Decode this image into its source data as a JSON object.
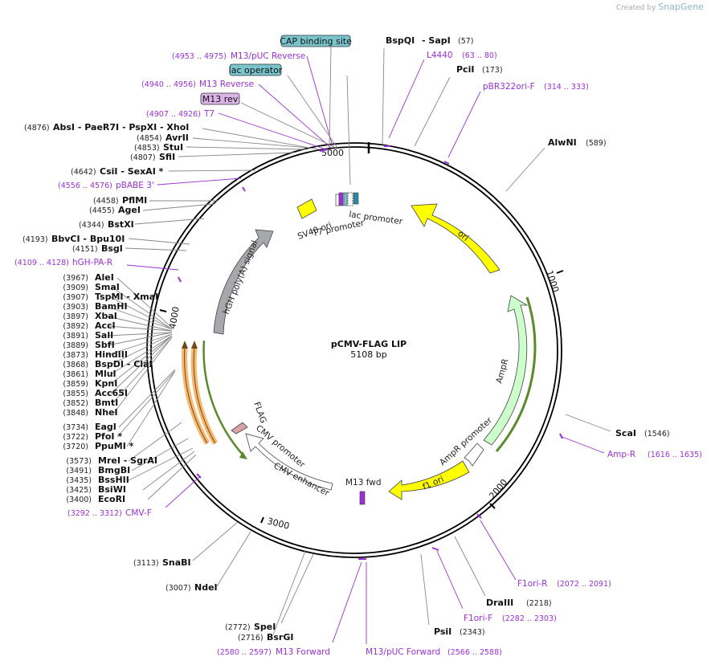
{
  "credit": {
    "prefix": "Created by",
    "brand": "SnapGene"
  },
  "plasmid": {
    "name": "pCMV-FLAG LIP",
    "size": "5108 bp"
  },
  "ticks": [
    "1000",
    "2000",
    "3000",
    "4000",
    "5000"
  ],
  "features": {
    "ori": "ori",
    "ampr": "AmpR",
    "ampr_promoter": "AmpR promoter",
    "f1_ori": "f1 ori",
    "m13_fwd": "M13 fwd",
    "cmv_enhancer": "CMV enhancer",
    "cmv_promoter": "CMV promoter",
    "flag": "FLAG",
    "hgh": "hGH poly(A) signal",
    "sv40": "SV40 ori",
    "t7_promoter": "T7 promoter",
    "lac_promoter": "lac promoter"
  },
  "boxed": {
    "cap": "CAP binding site",
    "lac_operator": "lac operator",
    "m13_rev": "M13 rev"
  },
  "sites_right": {
    "bspqi": "BspQI",
    "sapi": "- SapI",
    "sapi_pos": "(57)",
    "pcii": "PciI",
    "pcii_pos": "(173)",
    "alwni": "AlwNI",
    "alwni_pos": "(589)",
    "scai": "ScaI",
    "scai_pos": "(1546)",
    "draiii": "DraIII",
    "draiii_pos": "(2218)",
    "psii": "PsiI",
    "psii_pos": "(2343)"
  },
  "primers_right": {
    "l4440": "L4440",
    "l4440_pos": "(63 .. 80)",
    "pbr322": "pBR322ori-F",
    "pbr322_pos": "(314 .. 333)",
    "ampr_r": "Amp-R",
    "ampr_r_pos": "(1616 .. 1635)",
    "f1ori_r": "F1ori-R",
    "f1ori_r_pos": "(2072 .. 2091)",
    "f1ori_f": "F1ori-F",
    "f1ori_f_pos": "(2282 .. 2303)",
    "m13puc_fwd": "M13/pUC Forward",
    "m13puc_fwd_pos": "(2566 .. 2588)"
  },
  "sites_bottom": {
    "spei_pos": "(2772)",
    "spei": "SpeI",
    "bsrgi_pos": "(2716)",
    "bsrgi": "BsrGI",
    "m13fwd_pos": "(2580 .. 2597)",
    "m13fwd": "M13 Forward",
    "ndei_pos": "(3007)",
    "ndei": "NdeI",
    "snabi_pos": "(3113)",
    "snabi": "SnaBI"
  },
  "sites_left": [
    {
      "pos": "(3967)",
      "name": "AleI"
    },
    {
      "pos": "(3909)",
      "name": "SmaI"
    },
    {
      "pos": "(3907)",
      "name": "TspMI   - XmaI"
    },
    {
      "pos": "(3903)",
      "name": "BamHI"
    },
    {
      "pos": "(3897)",
      "name": "XbaI"
    },
    {
      "pos": "(3892)",
      "name": "AccI"
    },
    {
      "pos": "(3891)",
      "name": "SalI"
    },
    {
      "pos": "(3889)",
      "name": "SbfI"
    },
    {
      "pos": "(3873)",
      "name": "HindIII"
    },
    {
      "pos": "(3868)",
      "name": "BspDI   - ClaI"
    },
    {
      "pos": "(3861)",
      "name": "MluI"
    },
    {
      "pos": "(3859)",
      "name": "KpnI"
    },
    {
      "pos": "(3855)",
      "name": "Acc65I"
    },
    {
      "pos": "(3852)",
      "name": "BmtI"
    },
    {
      "pos": "(3848)",
      "name": "NheI"
    }
  ],
  "sites_left2": [
    {
      "pos": "(3734)",
      "name": "EagI"
    },
    {
      "pos": "(3722)",
      "name": "PfoI *"
    },
    {
      "pos": "(3720)",
      "name": "PpuMI *"
    }
  ],
  "sites_left3": [
    {
      "pos": "(3573)",
      "name": "MreI   - SgrAI"
    },
    {
      "pos": "(3491)",
      "name": "BmgBI"
    },
    {
      "pos": "(3435)",
      "name": "BssHII"
    },
    {
      "pos": "(3425)",
      "name": "BsiWI"
    },
    {
      "pos": "(3400)",
      "name": "EcoRI"
    }
  ],
  "primers_left": {
    "cmvf_pos": "(3292 .. 3312)",
    "cmvf": "CMV-F",
    "hgh_pos": "(4109 .. 4128)",
    "hgh": "hGH-PA-R",
    "pbabe_pos": "(4556 .. 4576)",
    "pbabe": "pBABE 3'",
    "t7_pos": "(4907 .. 4926)",
    "t7": "T7",
    "m13rev_pos": "(4940 .. 4956)",
    "m13rev": "M13 Reverse",
    "m13pucrev_pos": "(4953 .. 4975)",
    "m13pucrev": "M13/pUC Reverse"
  },
  "sites_topleft": {
    "absi_pos": "(4876)",
    "absi": "AbsI   - PaeR7I   - PspXI   - XhoI",
    "avrii_pos": "(4854)",
    "avrii": "AvrII",
    "stui_pos": "(4853)",
    "stui": "StuI",
    "sfii_pos": "(4807)",
    "sfii": "SfiI",
    "csii_pos": "(4642)",
    "csii": "CsiI   - SexAI *",
    "pfmli_pos": "(4458)",
    "pfmli": "PflMI",
    "agei_pos": "(4455)",
    "agei": "AgeI",
    "bstxi_pos": "(4344)",
    "bstxi": "BstXI",
    "bbvci_pos": "(4193)",
    "bbvci": "BbvCI   - Bpu10I",
    "bsgi_pos": "(4151)",
    "bsgi": "BsgI"
  },
  "colors": {
    "primer": "#9b30d6",
    "ori": "#ffff00",
    "ampr": "#ccffcc",
    "hgh": "#a6a8ab",
    "orange": "#f9b870",
    "feature_blue": "#7ac5cd"
  }
}
